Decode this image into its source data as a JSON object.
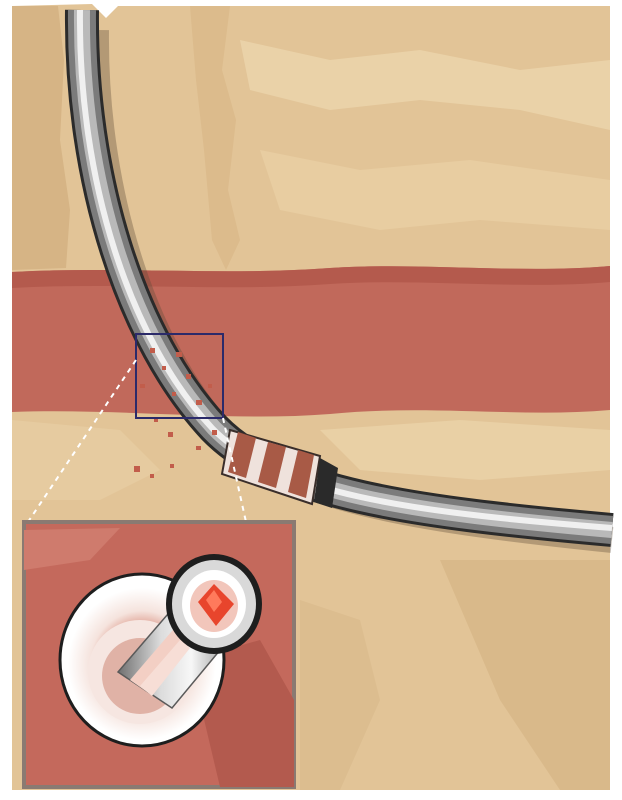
{
  "figure": {
    "kind": "illustration",
    "subject": "curved-drill-pipe-through-rock-layers",
    "colors": {
      "background": "#ffffff",
      "sandstone": "#e2c497",
      "sandstone_light": "#ead2a8",
      "sandstone_shadow": "#d6b485",
      "shale_band": "#c1695b",
      "shale_band_dark": "#b45a4d",
      "pipe_dark": "#2e2e2e",
      "pipe_mid": "#8c8c8c",
      "pipe_highlight": "#e9e9e9",
      "casing_stripe": "#a85a46",
      "debris": "#c25d4b",
      "highlight_box": "#2b2a6a",
      "inset_background": "#c4695c",
      "inset_border": "#8a7a72",
      "callout_lines": "#ffffff",
      "red_marker": "#e8452c"
    },
    "elements": {
      "highlight_box": "magnified-region",
      "inset": "cross-section-detail",
      "callout": "dashed-zoom-lines"
    }
  }
}
